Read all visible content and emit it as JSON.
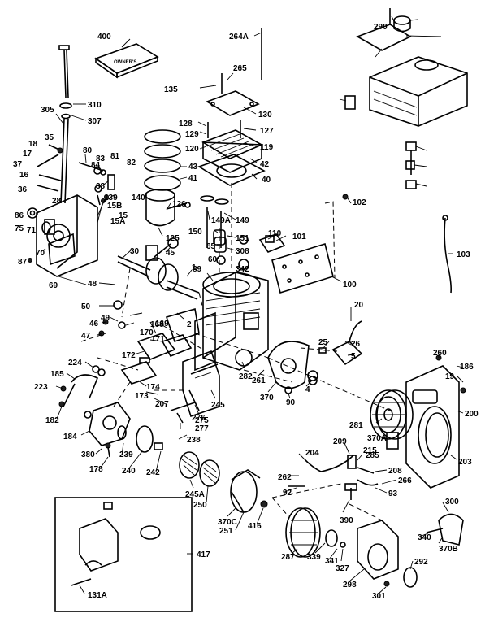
{
  "labels": [
    "400",
    "310",
    "305",
    "307",
    "18",
    "35",
    "17",
    "37",
    "16",
    "36",
    "28",
    "80",
    "83",
    "81",
    "84",
    "82",
    "38",
    "139",
    "15B",
    "15A",
    "15",
    "140",
    "86",
    "75",
    "71",
    "87",
    "70",
    "69",
    "30",
    "45",
    "89",
    "48",
    "50",
    "49",
    "46",
    "47",
    "1",
    "168",
    "169",
    "171",
    "170",
    "2",
    "172",
    "224",
    "185",
    "223",
    "182",
    "173",
    "174",
    "207",
    "184",
    "380",
    "178",
    "239",
    "240",
    "242",
    "238",
    "277",
    "276",
    "275",
    "245",
    "245A",
    "250",
    "370C",
    "251",
    "416",
    "417",
    "131A",
    "264A",
    "135",
    "265",
    "130",
    "128",
    "129",
    "127",
    "120",
    "119",
    "42",
    "40",
    "43",
    "41",
    "126",
    "125",
    "149A",
    "149",
    "150",
    "151",
    "65",
    "308",
    "60",
    "342",
    "110",
    "101",
    "100",
    "102",
    "103",
    "20",
    "26",
    "25",
    "5",
    "4",
    "90",
    "370",
    "261",
    "282",
    "281",
    "370A",
    "260",
    "186",
    "19",
    "200",
    "203",
    "204",
    "262",
    "209",
    "215",
    "208",
    "266",
    "285",
    "92",
    "93",
    "390",
    "287",
    "339",
    "341",
    "327",
    "298",
    "301",
    "300",
    "340",
    "370B",
    "292",
    "290"
  ],
  "icons": [
    "engine-block-icon",
    "crankshaft-icon",
    "flywheel-icon",
    "blower-housing-icon",
    "fuel-tank-icon",
    "muffler-icon",
    "carburetor-icon",
    "recoil-starter-icon",
    "air-filter-icon",
    "cylinder-head-icon",
    "piston-rings-icon",
    "manual-book-icon"
  ]
}
